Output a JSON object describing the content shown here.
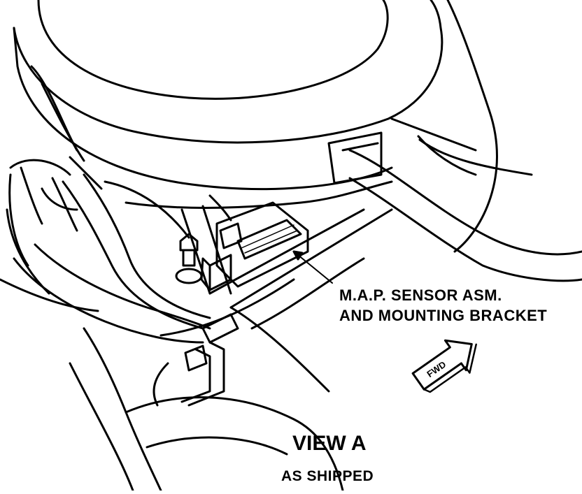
{
  "callout": {
    "line1": "M.A.P. SENSOR ASM.",
    "line2": "AND MOUNTING BRACKET"
  },
  "view": {
    "title": "VIEW A",
    "subtitle": "AS SHIPPED"
  },
  "arrow": {
    "label": "FWD",
    "icon": "forward-arrow-icon"
  },
  "colors": {
    "ink": "#000000",
    "paper": "#ffffff"
  }
}
